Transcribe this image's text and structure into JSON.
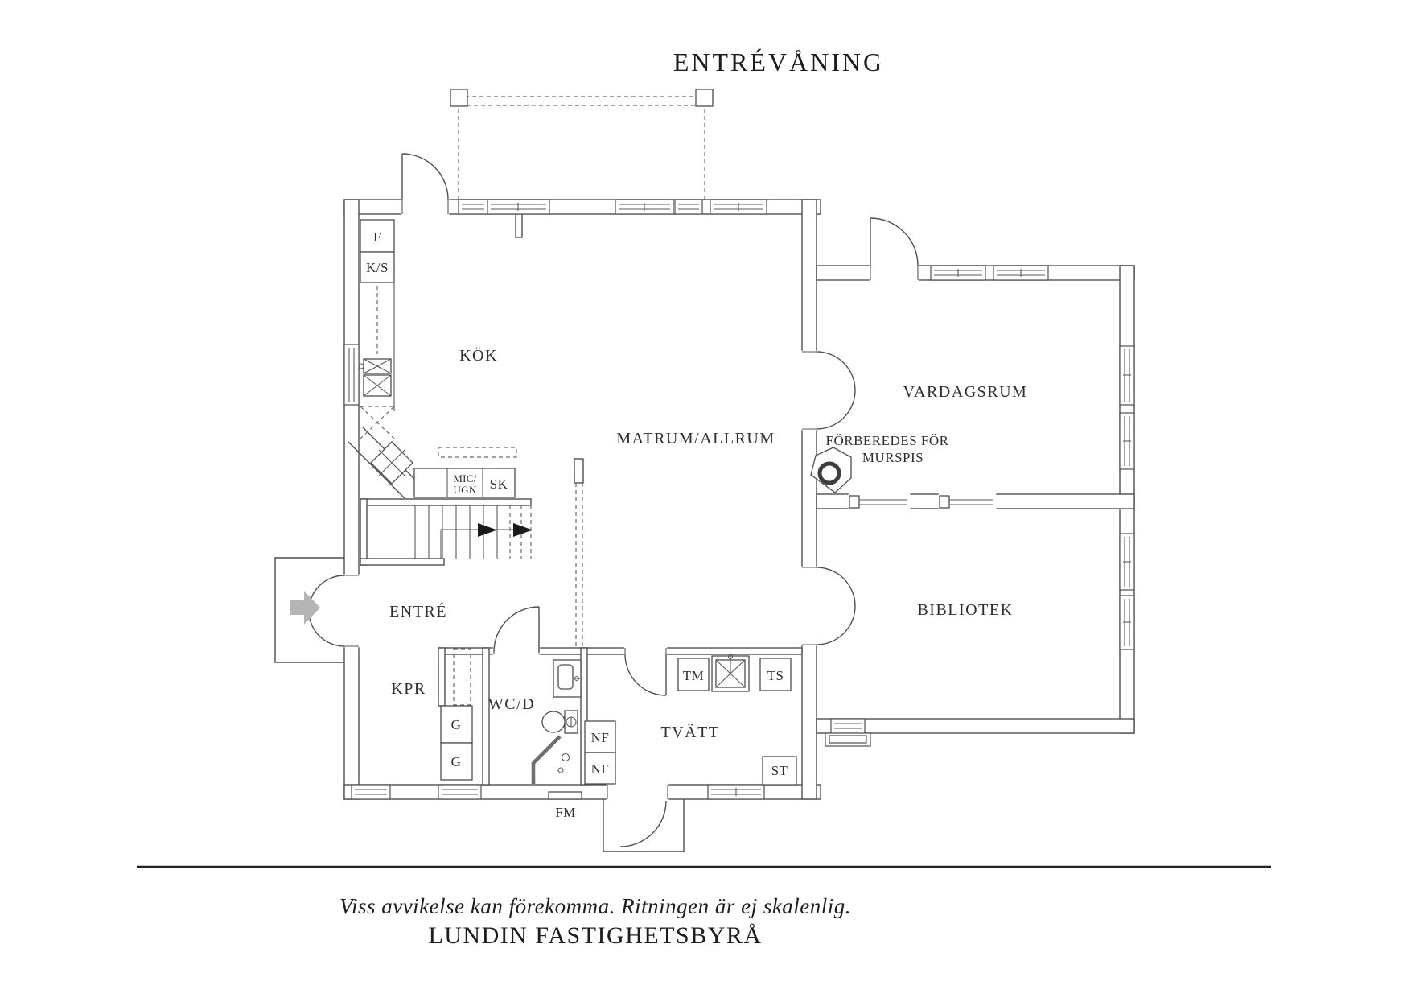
{
  "title": "ENTRÉVÅNING",
  "colors": {
    "line": "#4f4f4f",
    "text": "#2e2e2e",
    "entry_arrow": "#b5b5b5"
  },
  "rooms": {
    "kok": "KÖK",
    "matrum": "MATRUM/ALLRUM",
    "vardagsrum": "VARDAGSRUM",
    "murspis_line1": "FÖRBEREDES FÖR",
    "murspis_line2": "MURSPIS",
    "bibliotek": "BIBLIOTEK",
    "entre": "ENTRÉ",
    "kpr": "KPR",
    "wcd": "WC/D",
    "tvatt": "TVÄTT"
  },
  "fixtures": {
    "fridge": "F",
    "freezer": "K/S",
    "micro_line1": "MIC/",
    "micro_line2": "UGN",
    "sk": "SK",
    "tm": "TM",
    "ts": "TS",
    "g1": "G",
    "g2": "G",
    "nf1": "NF",
    "nf2": "NF",
    "st": "ST",
    "fm": "FM"
  },
  "footer": {
    "disclaimer": "Viss avvikelse kan förekomma. Ritningen är ej skalenlig.",
    "company": "LUNDIN FASTIGHETSBYRÅ"
  }
}
